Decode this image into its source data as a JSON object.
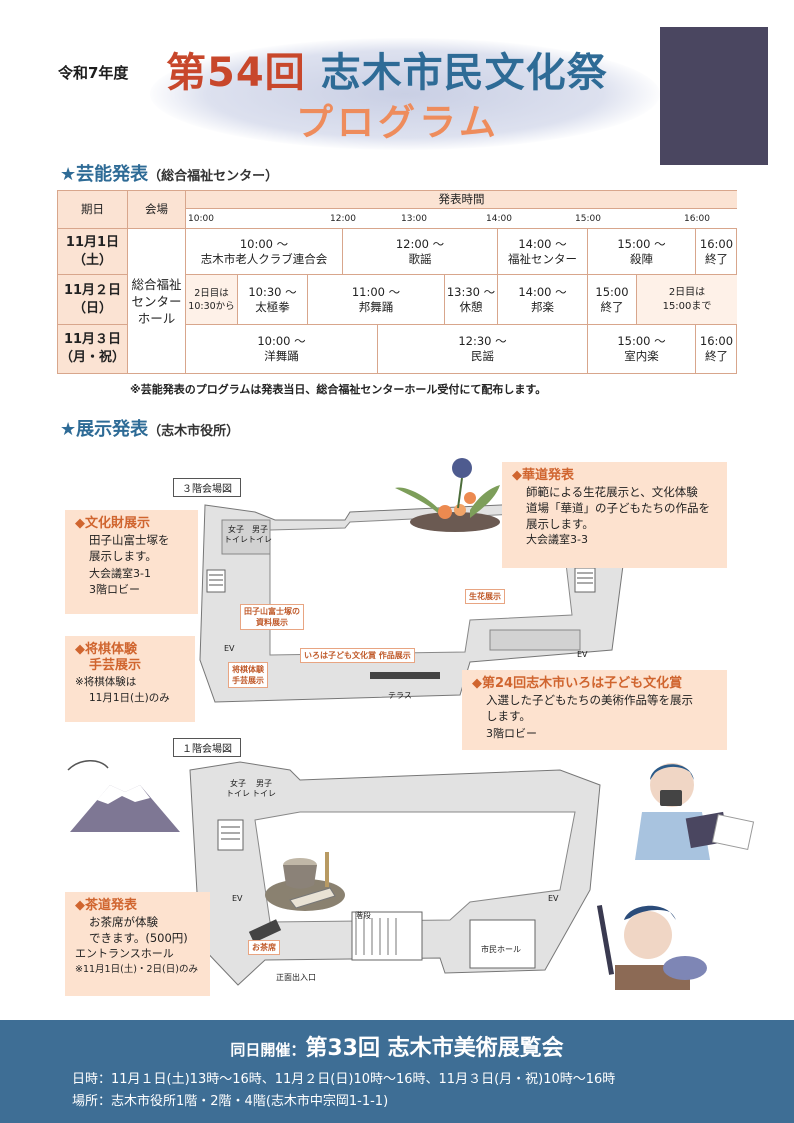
{
  "header": {
    "era": "令和7年度",
    "edition": "第54回",
    "event_name": "志木市民文化祭",
    "subtitle": "プログラム"
  },
  "performance": {
    "heading": "★芸能発表",
    "venue_note": "（総合福祉センター）",
    "col_date": "期日",
    "col_venue": "会場",
    "col_time": "発表時間",
    "ticks": [
      "10:00",
      "12:00",
      "13:00",
      "14:00",
      "15:00",
      "16:00"
    ],
    "venue": "総合福祉\nセンター\nホール",
    "days": [
      {
        "date": "11月1日\n（土）"
      },
      {
        "date": "11月２日\n（日）"
      },
      {
        "date": "11月３日\n（月・祝）"
      }
    ],
    "day1": [
      {
        "time": "10:00 ～",
        "name": "志木市老人クラブ連合会"
      },
      {
        "time": "12:00 ～",
        "name": "歌謡"
      },
      {
        "time": "14:00 ～",
        "name": "福祉センター"
      },
      {
        "time": "15:00 ～",
        "name": "殺陣"
      },
      {
        "time": "16:00",
        "name": "終了"
      }
    ],
    "day2": [
      {
        "time": "2日目は",
        "name": "10:30から"
      },
      {
        "time": "10:30 ～",
        "name": "太極拳"
      },
      {
        "time": "11:00 ～",
        "name": "邦舞踊"
      },
      {
        "time": "13:30 ～",
        "name": "休憩"
      },
      {
        "time": "14:00 ～",
        "name": "邦楽"
      },
      {
        "time": "15:00",
        "name": "終了"
      },
      {
        "time": "2日目は",
        "name": "15:00まで"
      }
    ],
    "day3": [
      {
        "time": "10:00 ～",
        "name": "洋舞踊"
      },
      {
        "time": "12:30 ～",
        "name": "民謡"
      },
      {
        "time": "15:00 ～",
        "name": "室内楽"
      },
      {
        "time": "16:00",
        "name": "終了"
      }
    ],
    "footnote": "※芸能発表のプログラムは発表当日、総合福祉センターホール受付にて配布します。"
  },
  "exhibition": {
    "heading": "★展示発表",
    "venue_note": "（志木市役所）",
    "floor3_label": "３階会場図",
    "floor1_label": "１階会場図",
    "callouts": {
      "bunkazai": {
        "title": "◆文化財展示",
        "lines": [
          "田子山富士塚を",
          "展示します。",
          "大会議室3-1",
          "3階ロビー"
        ]
      },
      "shogi": {
        "title": "◆将棋体験",
        "title2": "手芸展示",
        "lines": [
          "※将棋体験は",
          "11月1日(土)のみ"
        ]
      },
      "kado": {
        "title": "◆華道発表",
        "lines": [
          "師範による生花展示と、文化体験",
          "道場「華道」の子どもたちの作品を",
          "展示します。",
          "大会議室3-3"
        ]
      },
      "iroha": {
        "title": "◆第24回志木市いろは子ども文化賞",
        "lines": [
          "入選した子どもたちの美術作品等を展示",
          "します。",
          "3階ロビー"
        ]
      },
      "sado": {
        "title": "◆茶道発表",
        "lines": [
          "お茶席が体験",
          "できます。(500円)",
          "エントランスホール",
          "※11月1日(土)・2日(日)のみ"
        ]
      }
    },
    "tags": {
      "fuji": "田子山富士塚の\n資料展示",
      "shogi": "将棋体験\n手芸展示",
      "iroha": "いろは子ども文化賞 作品展示",
      "ikebana": "生花展示",
      "ochaseki": "お茶席"
    },
    "map_text": {
      "women": "女子",
      "men": "男子",
      "toilet": "トイレ",
      "ev": "EV",
      "terrace": "テラス",
      "stairs": "階段",
      "hall": "市民ホール",
      "entrance": "正面出入口"
    }
  },
  "footer": {
    "prefix": "同日開催：",
    "title": "第33回 志木市美術展覧会",
    "date": "日時：11月１日(土)13時～16時、11月２日(日)10時～16時、11月３日(月・祝)10時～16時",
    "place": "場所：志木市役所1階・2階・4階(志木市中宗岡1-1-1)"
  }
}
